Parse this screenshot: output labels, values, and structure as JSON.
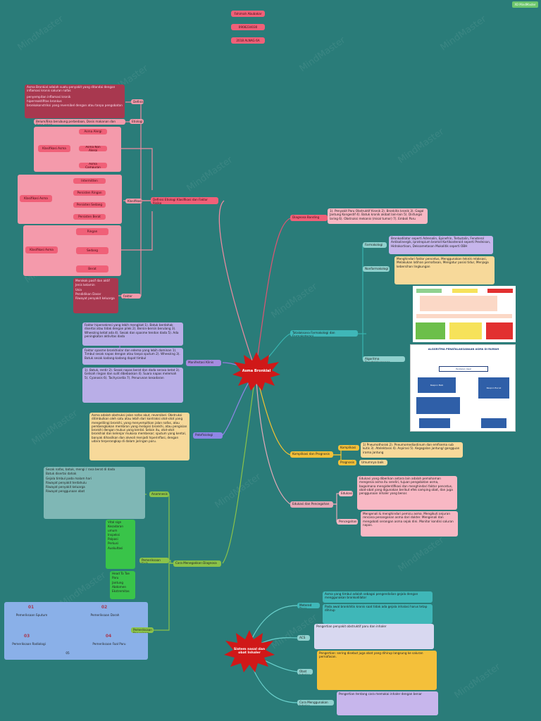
{
  "badge": "XO MindMaster",
  "header": {
    "name": "Fahimah Abubakar",
    "nim": "0908234030",
    "class": "2018 ALNAG 6A"
  },
  "center_topic": "Asma Bronkial",
  "center_topic2": "Sistem nasal dan obat Inhaler",
  "definisi": {
    "text": "Asma Bronkial adalah suatu penyakit yang ditandai dengan inflamasi kronis saluran nafas",
    "bullets": [
      "penyempitan inflamasi kronik",
      "hiperreaktifitas bronkus",
      "bronkokonstriksi yang reversibel dengan atau tanpa pengobatan"
    ],
    "label": "Definisi"
  },
  "etiologi": {
    "text": "Belum/Bisa berubung perbedaan, Dosis makanan dan Asap rokok",
    "label": "Etiologi"
  },
  "klasifikasi_title": "Definisi Etiologi Klasifikasi dan Faktor Risiko",
  "klasifikasi_label": "Klasifikasi",
  "klas1": {
    "name": "Klasifikasi Asma",
    "items": [
      "Asma Alergi",
      "Asma Non Alergi",
      "Asma Campuran"
    ]
  },
  "klas2": {
    "name": "Klasifikasi Asma",
    "items": [
      "Intermitten",
      "Persisten Ringan",
      "Persisten Sedang",
      "Persisten Berat"
    ]
  },
  "klas3": {
    "name": "Klasifikasi Asma",
    "items": [
      "Ringan",
      "Sedang",
      "Berat"
    ]
  },
  "faktor_risiko": {
    "label": "Faktor Risiko",
    "items": [
      "Merokok pasif dan aktif",
      "Jenis kelamin",
      "Usia",
      "Pendidikan Dasar",
      "Riwayat penyakit keluarga"
    ]
  },
  "manifestasi": {
    "label": "Manifestasi Klinis",
    "p1": "Faktor hipersekresi yang lebih mengikat 1). Batuk berdahak disertai atau tidak dengan pilek 2). Bersin-bersin berulang 3). Wheezing ketat ada 4). Sesak dan spasme tendon dada 5). Ada peningkatan aktivitas dada",
    "p2": "Faktor spasme bronkhiolar dan edema yang lebih dominan 1). Timbul sesak napas dengan atau tanpa sputum 2). Wheezing 3). Batuk sesak kadang-kadang dapat timbul",
    "p3": "1). Batuk, rentir 2). Sesak napas berat dan dada serasa ketat 3). Gelisah ringan dan sulit dibebaskan 4). Suara napas melemah 5). Cyanosis 6). Tachycardia 7). Penurunan kesadaran"
  },
  "patofisiologi": {
    "label": "Patofisiologi",
    "text": "Asma adalah obstruksi jalan nafas akut, reversibel. Obstruksi ditimbulkan oleh satu atau lebih dari kontraksi otot-otot yang mengelilingi bronkhi, yang menyempitkan jalan nafas, atau pembengkakan membran yang melapisi bronkhi, atau pengisian bronkhi dengan mukus yang kental. Selain itu, otot-otot bronkhial dan kelenjar mukosa membesar; sputum yang kental, banyak dihasilkan dan alveoli menjadi hiperinflasi, dengan udara terperangkap di dalam jaringan paru."
  },
  "diagnosa": {
    "label": "Diagnosa Banding",
    "text": "1). Penyakit Paru Obstruktif Kronik 2). Bronkitis kronik 3). Gagal Jantung Kongestif 4). Batuk kronik akibat lain-lain 5). Disfungsi laring 6). Obstruksi mekanis (misal tumor) 7). Emboli Paru"
  },
  "farmako": {
    "label": "Tatalaksana Farmakologi dan Farmakoterapi",
    "farmakologi": "Farmakologi",
    "farmakologi_text": "Bronkodilator seperti Adrenalin, Epinefrin, Terbutalin, Fenoterol Antikolinergik, Ipratropium bromid Kortikosteroid seperti Prednison, Hidrokortison, Deksametason Mukolitik seperti OBH",
    "nonfarmako": "Nonfarmakologi",
    "nonfarmako_text": "Menghindari faktor pencetus, Menggunakan teknik relaksasi, Melakukan latihan pernafasan, Mengatur posisi tidur, Menjaga kebersihan lingkungan",
    "algoritma": "Algoritma Penatalaksanaan",
    "algo_title": "ALGORITMA PENATALAKSANAAN ASMA DI RUMAH",
    "algo_t1": "Penilaian Awal",
    "algo_t2": "Respon Baik",
    "algo_t3": "Respon Buruk"
  },
  "komplikasi": {
    "label": "Komplikasi dan Prognosis",
    "k_label": "Komplikasi",
    "k_text": "1) Pneumothorak 2). Pneumomediastinum dan emfisema sub kutis 3). Atelektasis 4). Aspirasi 5). Kegagalan jantung/ gangguan irama jantung",
    "p_label": "Prognosis",
    "p_text": "Umumnya baik"
  },
  "edukasi": {
    "label": "Edukasi dan Pencegahan",
    "e_label": "Edukasi",
    "e_text": "Edukasi yang diberikan antara lain adalah pemahaman mengenai asma itu sendiri, tujuan pengobatan asma, bagaimana mengidentifikasi dan menghindari faktor pencetus, obat-obat yang digunakan berikut efek samping obat, dan juga penggunaan inhaler yang benar.",
    "c_label": "Pencegahan",
    "c_text": "Mengenali & menghindari pemicu asma. Mengikuti anjuran rencana penanganan asma dari dokter. Mengenali dan mengobati serangan asma sejak dini. Monitor kondisi saluran napas."
  },
  "diagnosis": {
    "label": "Cara Menegakkan Diagnosa",
    "anamnesis": "Anamnesis",
    "anam_items": [
      "Sesak nafas, batuk, mengi / rasa berat di dada",
      "Batuk disertai dahak",
      "Gejala timbul pada malam hari",
      "Riwayat penyakit terdahulu",
      "Riwayat penyakit keluarga",
      "Riwayat penggunaan obat"
    ],
    "fisik": "Pemeriksaan Fisik",
    "fisik_items": [
      "Vital sign",
      "Kesadaran umum",
      "Inspeksi",
      "Palpasi",
      "Perkusi",
      "Auskultasi"
    ],
    "fisik_items2": [
      "Head To Toe",
      "Paru",
      "Jantung",
      "Abdomen",
      "Ekstremitas"
    ],
    "penunjang": "Pemeriksaan Penunjang",
    "p_items": [
      {
        "n": "01",
        "t": "Pemeriksaan Sputum"
      },
      {
        "n": "02",
        "t": "Pemeriksaan Darah"
      },
      {
        "n": "03",
        "t": "Pemeriksaan Radiologi"
      },
      {
        "n": "04",
        "t": "Pemeriksaan Faal Paru"
      }
    ],
    "p_footer": "05"
  },
  "inhaler": {
    "mdi_label": "Metered Dose Inhaler",
    "mdi_t1": "Asma yang timbul adalah sebagai pengendalian gejala dengan menggunakan bronkodilator",
    "mdi_t2": "Pada awal bronkhitis kronis saat tidak ada gejala inhalasi harus tetap dihirup",
    "acs_label": "ACS",
    "acs_text": "Pengertian penyakit obstruktif paru dan inhaler",
    "obat_label": "Obat Inhaler",
    "obat_text": "Pengertian: sering disebut juga obat yang dihirup langsung ke saluran pernafasan.",
    "cara_label": "Cara Menggunakan Inhaler",
    "cara_text": "Pengertian tentang cara memakai inhaler dengan benar"
  }
}
